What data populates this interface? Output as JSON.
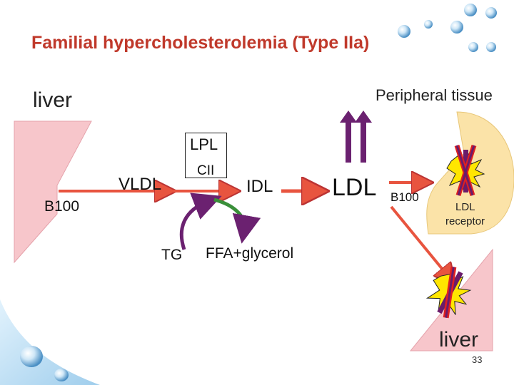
{
  "title": "Familial hypercholesterolemia (Type IIa)",
  "labels": {
    "liver_top": "liver",
    "peripheral_tissue": "Peripheral tissue",
    "vldl": "VLDL",
    "b100_vldl": "B100",
    "lpl": "LPL",
    "cii": "CII",
    "idl": "IDL",
    "ldl": "LDL",
    "b100_ldl": "B100",
    "ldl_receptor_line1": "LDL",
    "ldl_receptor_line2": "receptor",
    "tg": "TG",
    "ffa_glycerol": "FFA+glycerol",
    "liver_bottom": "liver"
  },
  "page_number": "33",
  "colors": {
    "title": "#c0392b",
    "arrow_fill": "#e8543f",
    "liver_shape": "#f7c6cb",
    "peripheral_shape": "#fbe3a8",
    "receptor_purple": "#6a1b6a",
    "blocked_cross_red": "#e02020",
    "burst_yellow": "#ffe600",
    "lpl_curve_purple": "#6b2170",
    "lpl_curve_green": "#3a8f3a"
  },
  "icons": [
    "water-drop-icon",
    "blocked-receptor-icon",
    "upward-double-arrow-icon"
  ]
}
